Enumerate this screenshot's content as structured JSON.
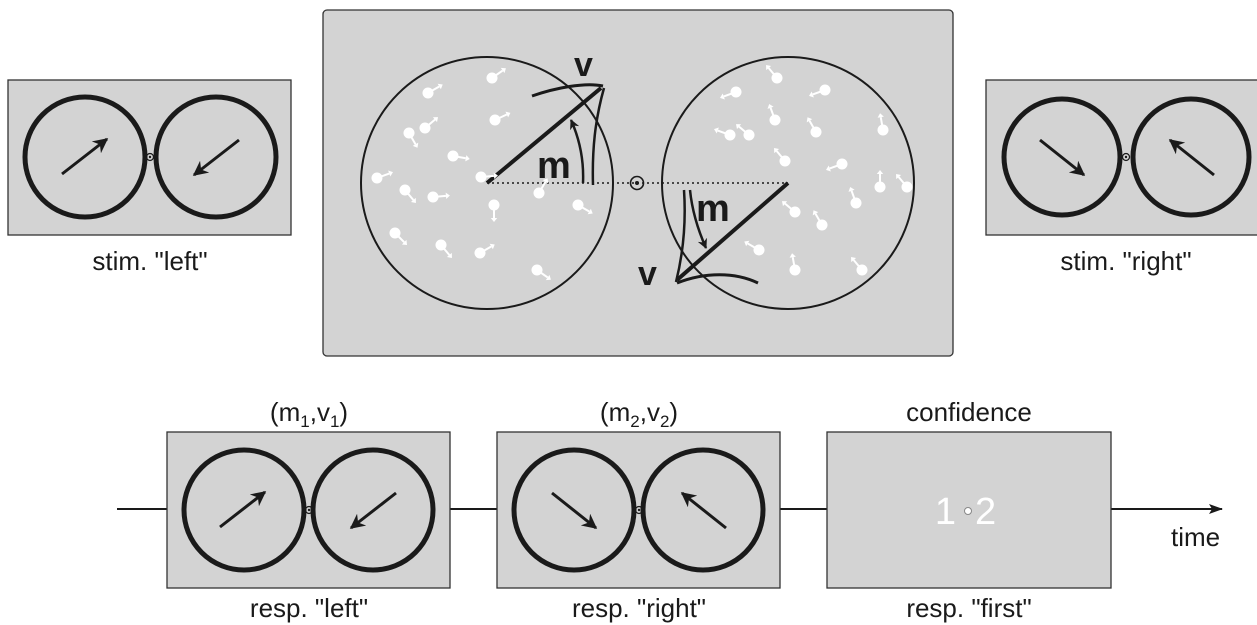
{
  "colors": {
    "panel": "#d3d3d3",
    "ink": "#1a1a1a",
    "dots": "#ffffff",
    "background": "#ffffff"
  },
  "top": {
    "left_caption": "stim. \"left\"",
    "right_caption": "stim. \"right\"",
    "detail": {
      "label_v_upper": "v",
      "label_m_upper": "m",
      "label_v_lower": "v",
      "label_m_lower": "m"
    }
  },
  "bottom": {
    "panel1": {
      "above_m": "m",
      "above_m_sub": "1",
      "above_comma": ",",
      "above_v": "v",
      "above_v_sub": "1",
      "caption": "resp. \"left\""
    },
    "panel2": {
      "above_m": "m",
      "above_m_sub": "2",
      "above_comma": ",",
      "above_v": "v",
      "above_v_sub": "2",
      "caption": "resp. \"right\""
    },
    "panel3": {
      "above": "confidence",
      "scale_left": "1",
      "scale_right": "2",
      "caption": "resp. \"first\""
    },
    "axis_label": "time"
  },
  "icons": [
    "fixation-point-icon",
    "arrow-icon",
    "motion-dot-icon",
    "time-arrow-icon"
  ]
}
